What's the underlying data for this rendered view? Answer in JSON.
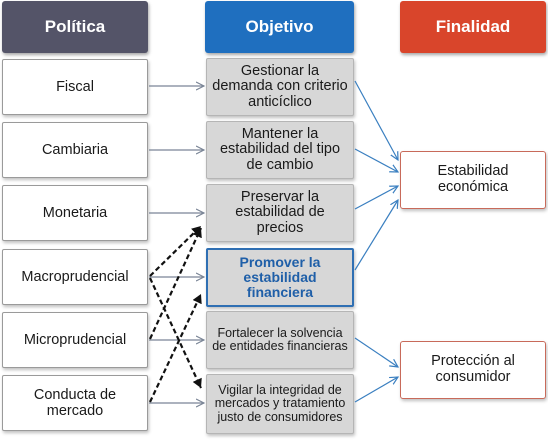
{
  "headers": {
    "politica": "Política",
    "objetivo": "Objetivo",
    "finalidad": "Finalidad"
  },
  "politicas": [
    "Fiscal",
    "Cambiaria",
    "Monetaria",
    "Macroprudencial",
    "Microprudencial",
    "Conducta de mercado"
  ],
  "objetivos": [
    "Gestionar la demanda con criterio anticíclico",
    "Mantener la estabilidad del tipo de cambio",
    "Preservar la estabilidad de precios",
    "Promover la estabilidad financiera",
    "Fortalecer la solvencia de entidades financieras",
    "Vigilar la integridad de mercados y tratamiento justo de consumidores"
  ],
  "finalidades": [
    "Estabilidad económica",
    "Protección al consumidor"
  ],
  "colors": {
    "politica_header": "#545468",
    "objetivo_header": "#1f6fbf",
    "finalidad_header": "#d9452b",
    "arrow_blue": "#3a7fc0",
    "arrow_gray": "#7a8596",
    "highlight": "#1f5fa8"
  }
}
